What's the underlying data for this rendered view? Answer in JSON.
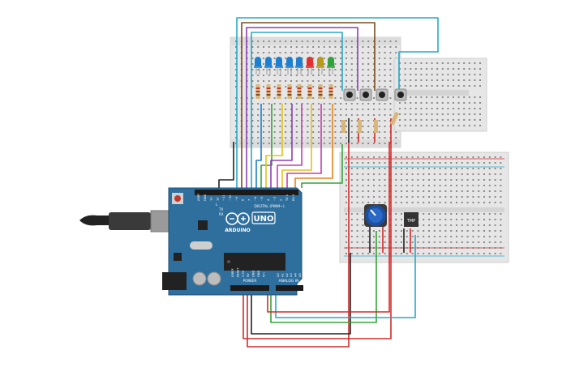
{
  "board": {
    "model_label": "UNO",
    "brand_label": "ARDUINO",
    "digital_label": "DIGITAL (PWM~)",
    "power_label": "POWER",
    "analog_label": "ANALOG IN",
    "chip_label": "",
    "digital_pins": [
      "AREF",
      "GND",
      "13",
      "12",
      "~11",
      "~10",
      "~9",
      "8",
      "7",
      "~6",
      "~5",
      "4",
      "~3",
      "2",
      "TX 1",
      "RX 0"
    ],
    "power_pins": [
      "IOREF",
      "RESET",
      "3.3V",
      "5V",
      "GND",
      "GND",
      "Vin"
    ],
    "analog_pins": [
      "A0",
      "A1",
      "A2",
      "A3",
      "A4",
      "A5"
    ],
    "tx_label": "TX",
    "rx_label": "RX",
    "l_label": "L"
  },
  "sensor": {
    "label": "TMP"
  },
  "leds": {
    "colors": [
      "#1c7fd1",
      "#1c7fd1",
      "#1c7fd1",
      "#1c7fd1",
      "#1c7fd1",
      "#e52e2e",
      "#b59a1e",
      "#2fa23a"
    ]
  },
  "wires": {
    "colors": {
      "red": "#d22b2b",
      "black": "#222222",
      "green": "#36a33a",
      "cyan": "#27a8c9",
      "purple": "#8a3fb8",
      "orange": "#e8841a",
      "yellow": "#e2c21a",
      "brown": "#7a4a1f",
      "magenta": "#c43dae"
    }
  },
  "colors": {
    "board": "#2f6f9e",
    "board_dark": "#1f4f74",
    "breadboard": "#e6e6e6",
    "breadboard_edge": "#cfcfcf",
    "hole": "#8a8a8a"
  }
}
